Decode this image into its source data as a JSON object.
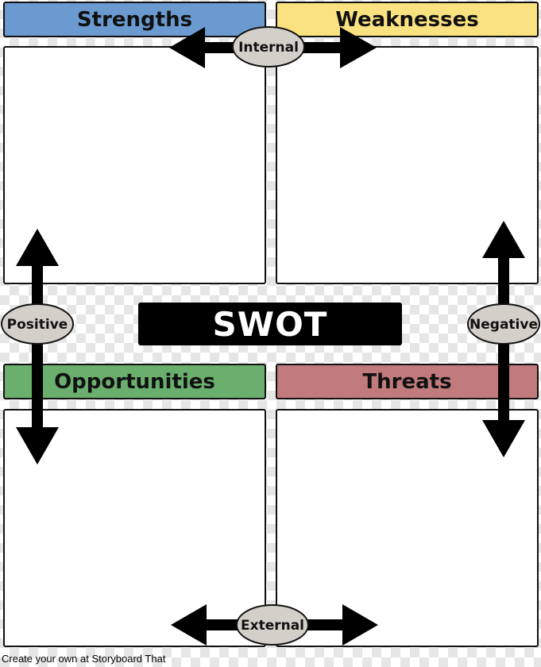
{
  "quadrants": {
    "strengths": {
      "label": "Strengths",
      "color": "#6a9ad0"
    },
    "weaknesses": {
      "label": "Weaknesses",
      "color": "#fbe280"
    },
    "opportunities": {
      "label": "Opportunities",
      "color": "#6aaf6e"
    },
    "threats": {
      "label": "Threats",
      "color": "#c27b7c"
    }
  },
  "title": "SWOT",
  "axes": {
    "internal": "Internal",
    "external": "External",
    "positive": "Positive",
    "negative": "Negative"
  },
  "oval_color": "#d3cfc9",
  "footer": "Create your own at Storyboard That"
}
